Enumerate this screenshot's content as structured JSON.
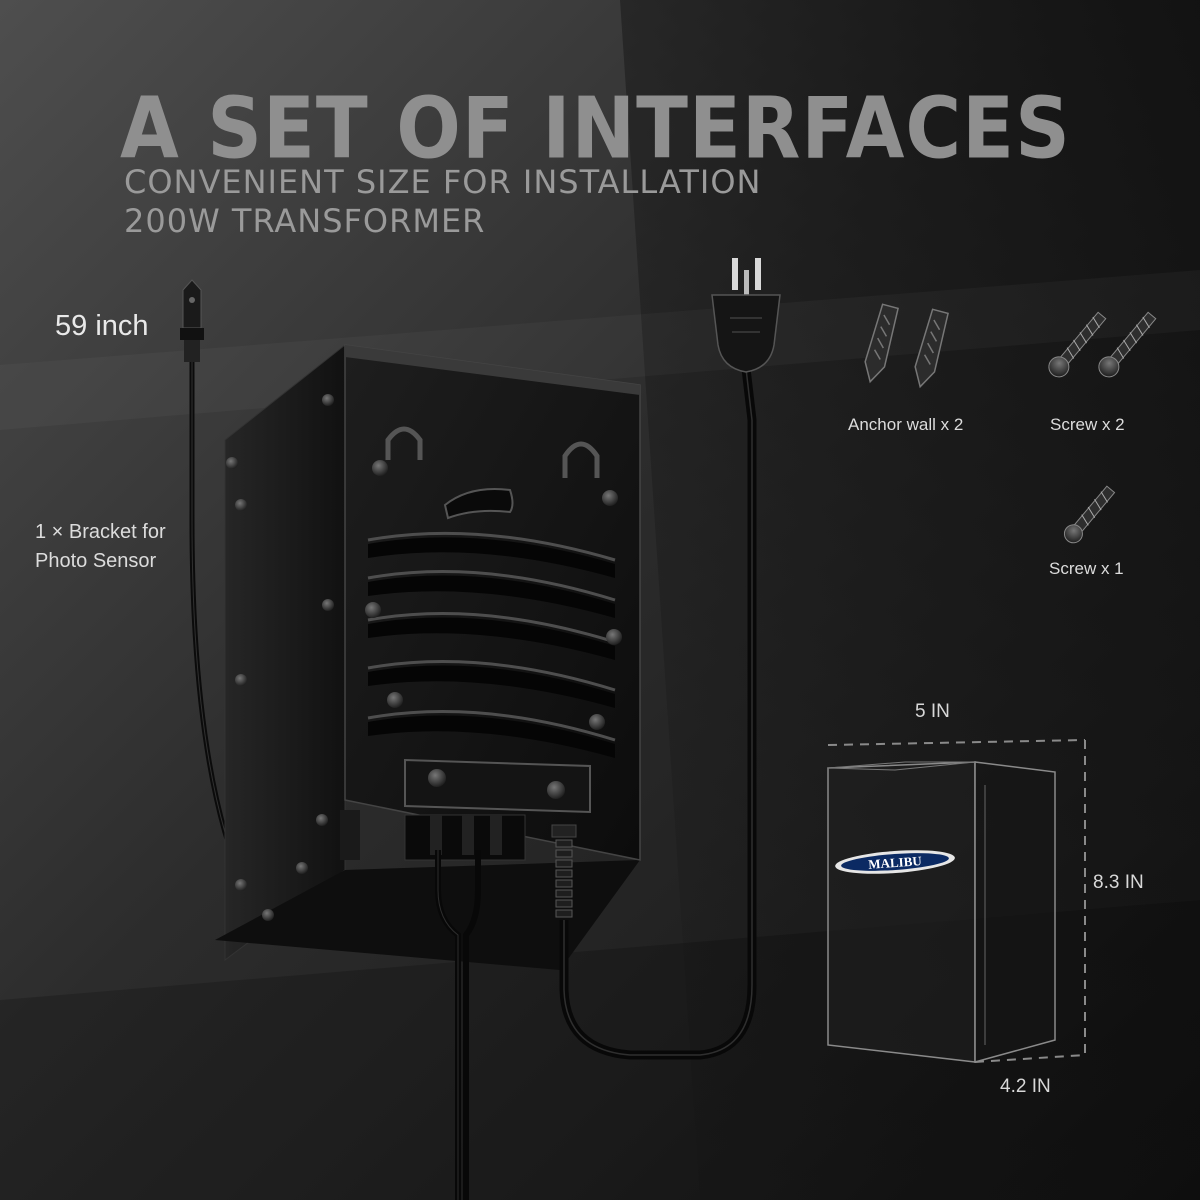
{
  "headline": "A SET OF INTERFACES",
  "subtitle_line1": "CONVENIENT SIZE FOR INSTALLATION",
  "subtitle_line2": "200W TRANSFORMER",
  "cord_length_label": "59 inch",
  "bracket_label_line1": "1 × Bracket for",
  "bracket_label_line2": "Photo Sensor",
  "accessories": {
    "anchor": "Anchor wall x 2",
    "screw_pair": "Screw x 2",
    "screw_single": "Screw x 1"
  },
  "dimensions": {
    "width": "5 IN",
    "height": "8.3 IN",
    "depth": "4.2 IN"
  },
  "logo_text": "MALIBU",
  "icons": {
    "plug": "plug-icon",
    "wall-anchor": "wall-anchor-icon",
    "screw": "screw-icon"
  },
  "colors": {
    "background_dark": "#1c1c1c",
    "background_light": "#4a4a4a",
    "headline": "#8f8f8f",
    "product_body": "#121212",
    "outline": "#8a8a8a"
  }
}
